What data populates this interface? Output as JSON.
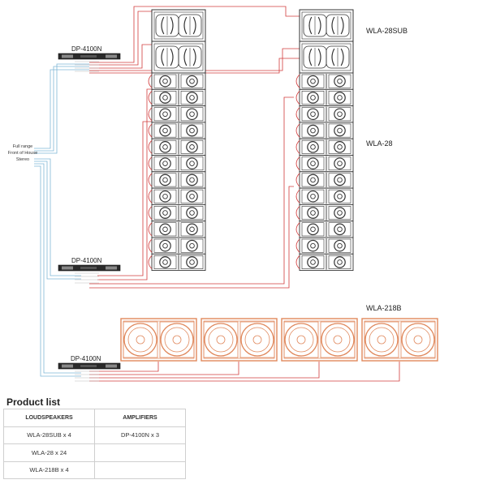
{
  "source_label": [
    "Full range",
    "Front of House",
    "Stereo"
  ],
  "amplifiers": [
    {
      "label": "DP-4100N"
    },
    {
      "label": "DP-4100N"
    },
    {
      "label": "DP-4100N"
    }
  ],
  "speaker_labels": {
    "sub": "WLA-28SUB",
    "line": "WLA-28",
    "bass": "WLA-218B"
  },
  "product_list": {
    "title": "Product list",
    "headers": [
      "LOUDSPEAKERS",
      "AMPLIFIERS"
    ],
    "rows": [
      [
        "WLA-28SUB x 4",
        "DP-4100N x 3"
      ],
      [
        "WLA-28 x 24",
        ""
      ],
      [
        "WLA-218B x 4",
        ""
      ]
    ]
  },
  "colors": {
    "cable_red": "#d23c3c",
    "cable_blue": "#7fb6d6",
    "bass_cabinet": "#e0885c",
    "outline": "#333333"
  }
}
